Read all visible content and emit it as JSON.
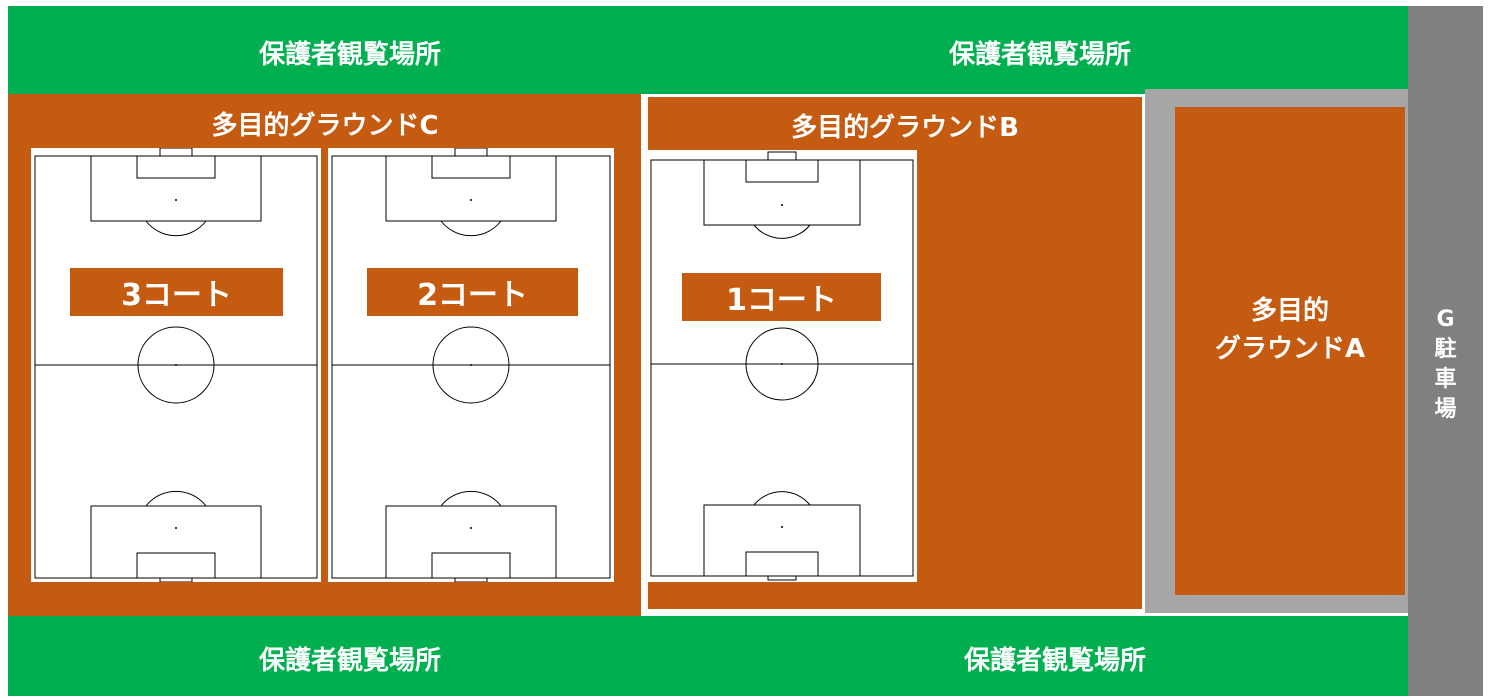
{
  "spectator_areas": {
    "top_left": "保護者観覧場所",
    "top_right": "保護者観覧場所",
    "bottom_left": "保護者観覧場所",
    "bottom_right": "保護者観覧場所"
  },
  "grounds": {
    "c": {
      "title": "多目的グラウンドC"
    },
    "b": {
      "title": "多目的グラウンドB"
    },
    "a": {
      "title_line1": "多目的",
      "title_line2": "グラウンドA"
    }
  },
  "courts": {
    "court3": "3コート",
    "court2": "2コート",
    "court1": "1コート"
  },
  "parking": {
    "letter": "G",
    "chars": [
      "駐",
      "車",
      "場"
    ]
  },
  "colors": {
    "spectator_green": "#00b050",
    "ground_brown": "#c55a11",
    "parking_gray": "#808080",
    "border_gray": "#a6a6a6"
  }
}
